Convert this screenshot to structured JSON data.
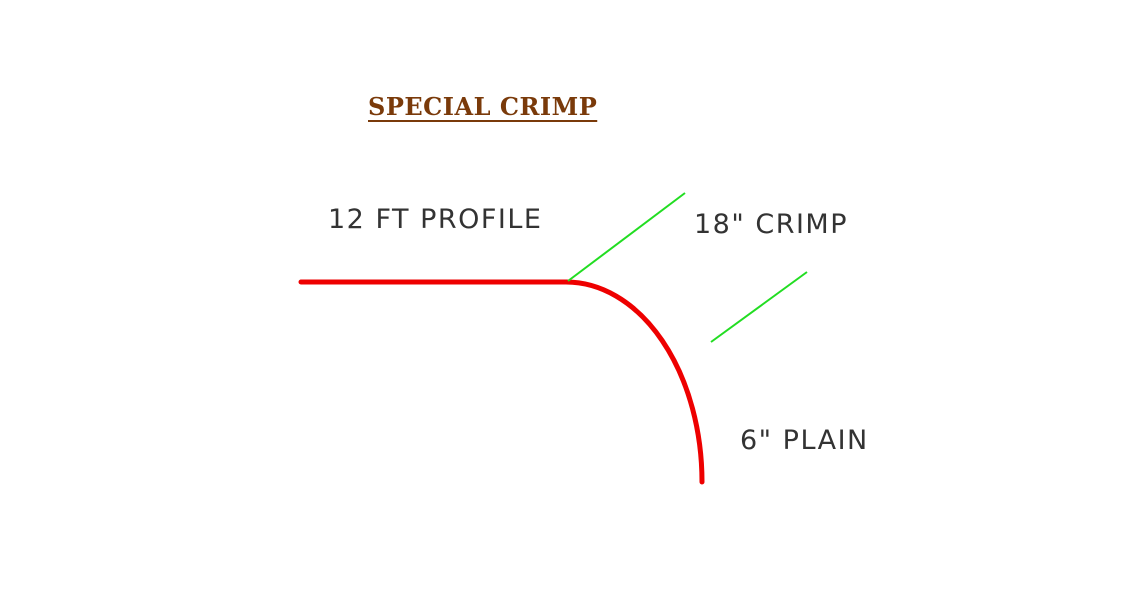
{
  "title": "SPECIAL  CRIMP",
  "labels": {
    "profile": "12 FT PROFILE",
    "crimp": "18\" CRIMP",
    "plain": "6\" PLAIN"
  },
  "colors": {
    "title": "#7a3a0a",
    "profile_line": "#ee0000",
    "crimp_markers": "#22dd22",
    "label_text": "#333333"
  }
}
